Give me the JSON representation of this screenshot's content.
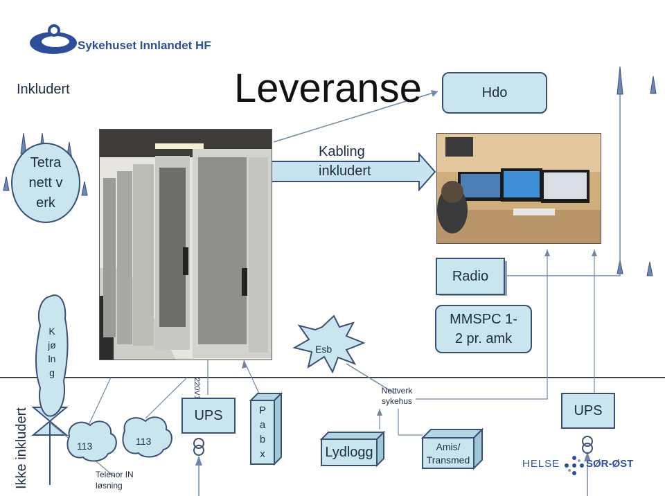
{
  "header": {
    "logo_text": "Sykehuset Innlandet HF",
    "included_label": "Inkludert",
    "title": "Leveranse"
  },
  "nodes": {
    "hdo": "Hdo",
    "tetra": [
      "Tetra",
      "nett v",
      "erk"
    ],
    "cabling": [
      "Kabling",
      "inkludert"
    ],
    "radio": "Radio",
    "mmspc": [
      "MMSPC 1-",
      "2 pr. amk"
    ],
    "kjoling": [
      "K",
      "jø",
      "ln",
      "g"
    ],
    "esb": "Esb",
    "power_label": "220V16A",
    "not_included_label": "Ikke inkludert",
    "cloud_113_a": "113",
    "cloud_113_b": "113",
    "telenor": [
      "Telenor IN",
      "løsning"
    ],
    "ups_left": "UPS",
    "pabx": [
      "P",
      "a",
      "b",
      "x"
    ],
    "nettverk": [
      "Nettverk",
      "sykehus"
    ],
    "lydlogg": "Lydlogg",
    "amis": [
      "Amis/",
      "Transmed"
    ],
    "ups_right": "UPS"
  },
  "footer": {
    "helse_left": "HELSE",
    "helse_right": "SØR-ØST"
  },
  "colors": {
    "ink": "#1f2a44",
    "box_fill": "#c9e6ee",
    "box_stroke": "#3b4f75",
    "arrow_fill": "#c8e3f0",
    "line": "#6f86a8",
    "logo_blue": "#2d4f9b"
  }
}
